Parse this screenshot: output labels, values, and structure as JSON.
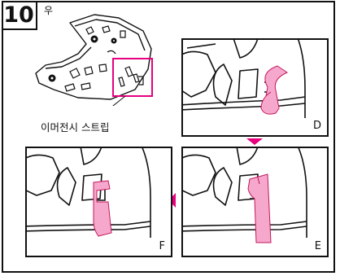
{
  "step": {
    "number": "10",
    "side_mark": "우"
  },
  "overview": {
    "caption": "이머전시 스트립"
  },
  "panels": [
    {
      "id": "D",
      "letter": "D"
    },
    {
      "id": "E",
      "letter": "E"
    },
    {
      "id": "F",
      "letter": "F"
    }
  ],
  "colors": {
    "highlight": "#e6007e",
    "strap": "#f6a8cc",
    "strap_edge": "#c2185b",
    "line": "#111111"
  },
  "icons": [
    "down-arrow-icon",
    "left-arrow-icon"
  ]
}
